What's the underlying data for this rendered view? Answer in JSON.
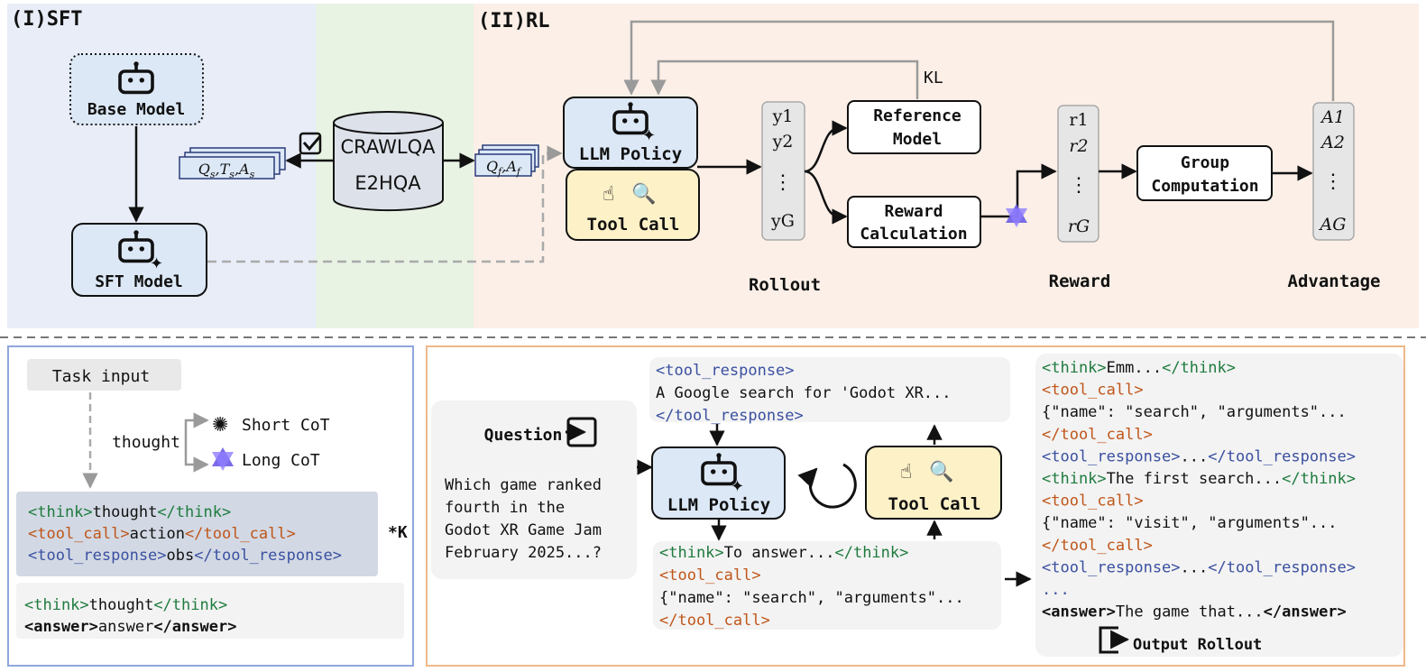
{
  "top": {
    "sft_title": "(I)SFT",
    "rl_title": "(II)RL",
    "base_model": "Base Model",
    "sft_model": "SFT Model",
    "sft_data": "Qs,Ts,As",
    "datasets": [
      "CRAWLQA",
      "E2HQA"
    ],
    "rl_data": "Qf,Af",
    "llm_policy": "LLM Policy",
    "tool_call": "Tool Call",
    "rollout_items": [
      "y1",
      "y2",
      "⋮",
      "yG"
    ],
    "reference_model": [
      "Reference",
      "Model"
    ],
    "reward_calc": [
      "Reward",
      "Calculation"
    ],
    "kl": "KL",
    "reward_items": [
      "r1",
      "r2",
      "⋮",
      "rG"
    ],
    "group_computation": [
      "Group",
      "Computation"
    ],
    "advantage_items": [
      "A1",
      "A2",
      "⋮",
      "AG"
    ],
    "stage_labels": [
      "Rollout",
      "Reward",
      "Advantage"
    ]
  },
  "bottom_left": {
    "task_input": "Task input",
    "thought": "thought",
    "short_cot": "Short CoT",
    "long_cot": "Long CoT",
    "repeat_label": "*K",
    "loop_lines": [
      [
        {
          "t": "<think>",
          "c": "green"
        },
        {
          "t": "thought",
          "c": "black"
        },
        {
          "t": "</think>",
          "c": "green"
        }
      ],
      [
        {
          "t": "<tool_call>",
          "c": "orange"
        },
        {
          "t": "action",
          "c": "black"
        },
        {
          "t": "</tool_call>",
          "c": "orange"
        }
      ],
      [
        {
          "t": "<tool_response>",
          "c": "blue"
        },
        {
          "t": "obs",
          "c": "black"
        },
        {
          "t": "</tool_response>",
          "c": "blue"
        }
      ]
    ],
    "final_lines": [
      [
        {
          "t": "<think>",
          "c": "green"
        },
        {
          "t": "thought",
          "c": "black"
        },
        {
          "t": "</think>",
          "c": "green"
        }
      ],
      [
        {
          "t": "<answer>",
          "c": "bold"
        },
        {
          "t": "answer",
          "c": "black"
        },
        {
          "t": "</answer>",
          "c": "bold"
        }
      ]
    ]
  },
  "bottom_right": {
    "question_label": "Question",
    "question_text": [
      "Which game ranked",
      "fourth in the",
      "Godot XR Game Jam",
      "February 2025...?"
    ],
    "tool_response_lines": [
      [
        {
          "t": "<tool_response>",
          "c": "blue"
        }
      ],
      [
        {
          "t": "A Google search for 'Godot XR...",
          "c": "black"
        }
      ],
      [
        {
          "t": "</tool_response>",
          "c": "blue"
        }
      ]
    ],
    "llm_policy": "LLM Policy",
    "tool_call": "Tool Call",
    "policy_output_lines": [
      [
        {
          "t": "<think>",
          "c": "green"
        },
        {
          "t": "To answer...",
          "c": "black"
        },
        {
          "t": "</think>",
          "c": "green"
        }
      ],
      [
        {
          "t": "<tool_call>",
          "c": "orange"
        }
      ],
      [
        {
          "t": "{\"name\": \"search\", \"arguments\"...",
          "c": "black"
        }
      ],
      [
        {
          "t": "</tool_call>",
          "c": "orange"
        }
      ]
    ],
    "rollout_lines": [
      [
        {
          "t": "<think>",
          "c": "green"
        },
        {
          "t": "Emm...",
          "c": "black"
        },
        {
          "t": "</think>",
          "c": "green"
        }
      ],
      [
        {
          "t": "<tool_call>",
          "c": "orange"
        }
      ],
      [
        {
          "t": "{\"name\": \"search\", \"arguments\"...",
          "c": "black"
        }
      ],
      [
        {
          "t": "</tool_call>",
          "c": "orange"
        }
      ],
      [
        {
          "t": "<tool_response>",
          "c": "blue"
        },
        {
          "t": "...",
          "c": "black"
        },
        {
          "t": "</tool_response>",
          "c": "blue"
        }
      ],
      [
        {
          "t": "<think>",
          "c": "green"
        },
        {
          "t": "The first search...",
          "c": "black"
        },
        {
          "t": "</think>",
          "c": "green"
        }
      ],
      [
        {
          "t": "<tool_call>",
          "c": "orange"
        }
      ],
      [
        {
          "t": "{\"name\": \"visit\", \"arguments\"...",
          "c": "black"
        }
      ],
      [
        {
          "t": "</tool_call>",
          "c": "orange"
        }
      ],
      [
        {
          "t": "<tool_response>",
          "c": "blue"
        },
        {
          "t": "...",
          "c": "black"
        },
        {
          "t": "</tool_response>",
          "c": "blue"
        }
      ],
      [
        {
          "t": "...",
          "c": "blue"
        }
      ],
      [
        {
          "t": "<answer>",
          "c": "bold"
        },
        {
          "t": "The game that...",
          "c": "black"
        },
        {
          "t": "</answer>",
          "c": "bold"
        }
      ]
    ],
    "output_rollout": "Output Rollout"
  },
  "colors": {
    "green": "#1e7b3e",
    "orange": "#c0561a",
    "blue": "#3a50a0",
    "sft_bg": "#e8edf8",
    "data_bg": "#e9f3e4",
    "rl_bg": "#fbefe7",
    "policy_fill": "#dce8f6",
    "tool_fill": "#fdf1c7"
  }
}
